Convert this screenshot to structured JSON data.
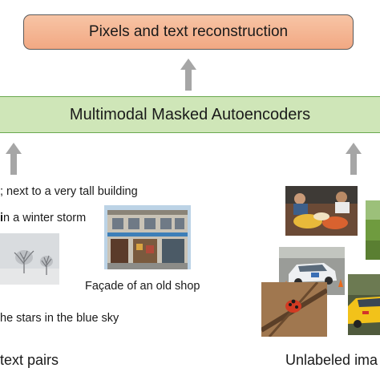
{
  "top_box": {
    "label": "Pixels and text reconstruction"
  },
  "middle_band": {
    "label": "Multimodal Masked Autoencoders"
  },
  "captions": {
    "tall_building": "; next to a very tall building",
    "winter_storm_prefix": "i",
    "winter_storm": "n a winter storm",
    "shop": "Façade of an old shop",
    "stars": "he stars in the blue sky"
  },
  "footer": {
    "left": "text pairs",
    "right": "Unlabeled ima"
  },
  "colors": {
    "top_box": "#f2a883",
    "middle_band": "#cfe6b8",
    "arrow": "#a6a6a6"
  }
}
